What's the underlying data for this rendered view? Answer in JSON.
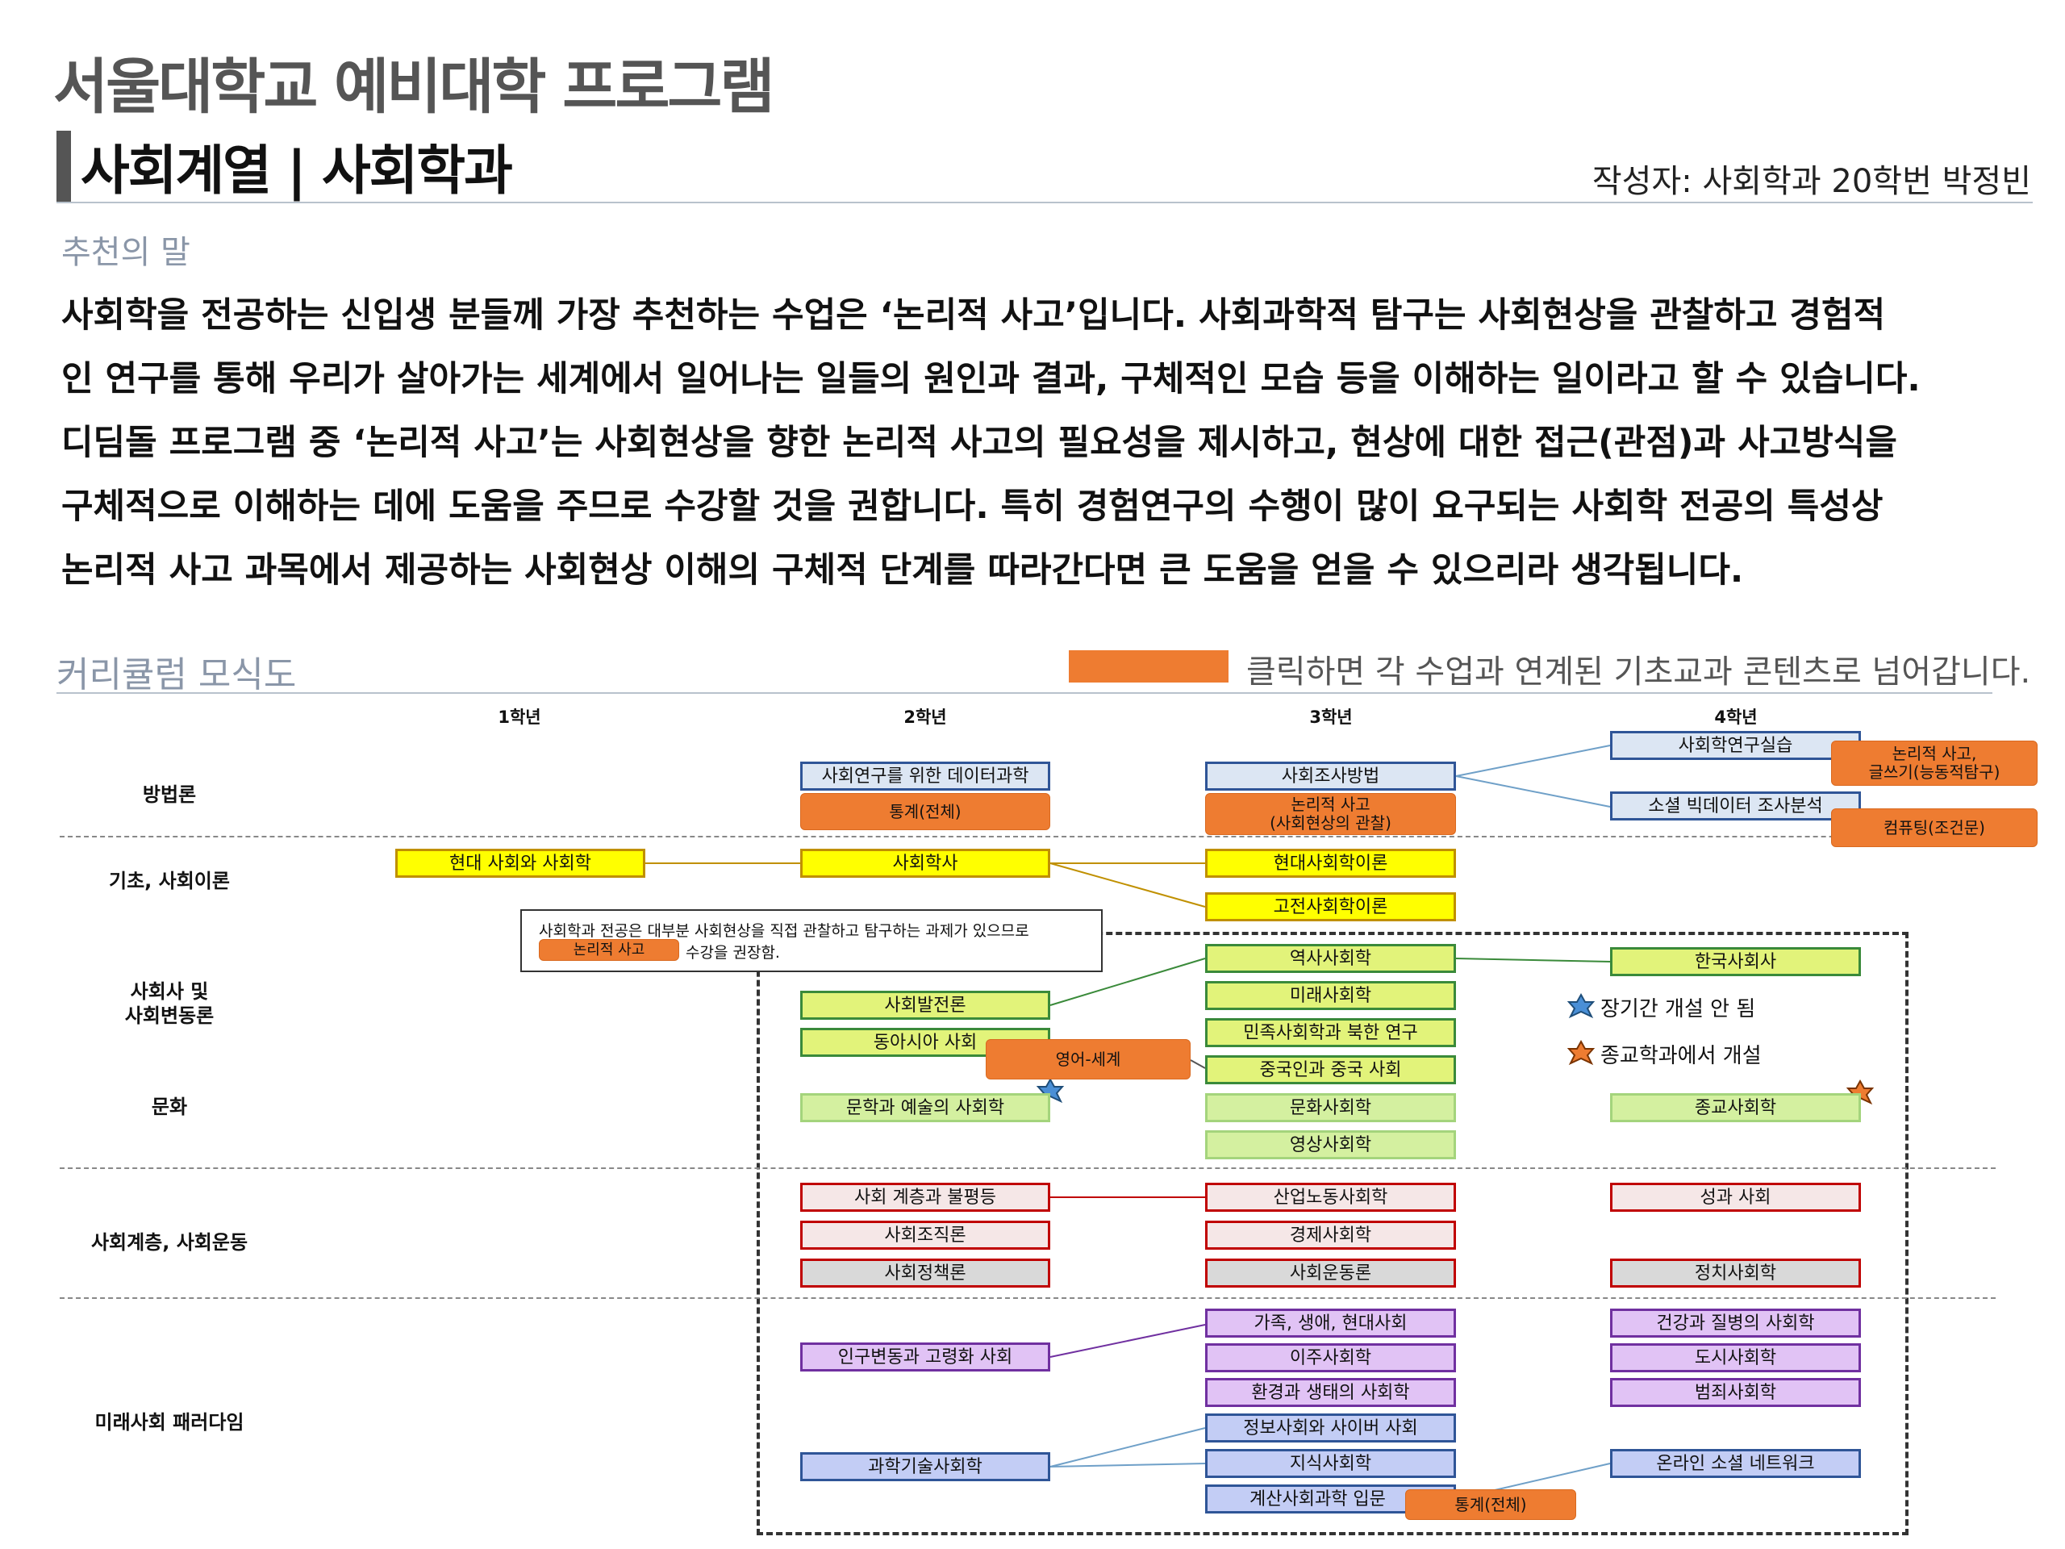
{
  "header": {
    "title": "서울대학교 예비대학 프로그램",
    "subtitle": "사회계열 | 사회학과",
    "author": "작성자: 사회학과 20학번 박정빈"
  },
  "recommendation": {
    "heading": "추천의 말",
    "lines": [
      "사회학을 전공하는 신입생 분들께 가장 추천하는 수업은 ‘논리적 사고’입니다. 사회과학적 탐구는 사회현상을 관찰하고 경험적",
      "인 연구를 통해 우리가 살아가는 세계에서 일어나는 일들의 원인과 결과, 구체적인 모습 등을 이해하는 일이라고 할 수 있습니다.",
      "디딤돌 프로그램 중 ‘논리적 사고’는 사회현상을 향한 논리적 사고의 필요성을 제시하고, 현상에 대한 접근(관점)과 사고방식을",
      "구체적으로 이해하는 데에 도움을 주므로 수강할 것을 권합니다. 특히 경험연구의 수행이 많이 요구되는 사회학 전공의 특성상",
      "논리적 사고 과목에서 제공하는 사회현상 이해의 구체적 단계를 따라간다면 큰 도움을 얻을 수 있으리라 생각됩니다."
    ]
  },
  "curriculum": {
    "heading": "커리큘럼 모식도",
    "legend_text": "클릭하면 각 수업과 연계된 기초교과 콘텐츠로 넘어갑니다.",
    "years": [
      "1학년",
      "2학년",
      "3학년",
      "4학년"
    ],
    "categories": {
      "methods": "방법론",
      "basic": "기초, 사회이론",
      "history": "사회사 및\n사회변동론",
      "culture": "문화",
      "strata": "사회계층, 사회운동",
      "future": "미래사회 패러다임"
    },
    "callout": {
      "line1": "사회학과 전공은 대부분 사회현상을 직접 관찰하고 탐구하는 과제가 있으므로",
      "tag": "논리적 사고",
      "line2": "수강을 권장함."
    },
    "notes": {
      "blue_star": "장기간 개설 안 됨",
      "orange_star": "종교학과에서 개설"
    },
    "courses": {
      "data_science": "사회연구를 위한 데이터과학",
      "stats_all_1": "통계(전체)",
      "survey_methods": "사회조사방법",
      "logic_observe": "논리적 사고\n(사회현상의 관찰)",
      "research_practice": "사회학연구실습",
      "logic_writing": "논리적 사고,\n글쓰기(능동적탐구)",
      "social_bigdata": "소셜 빅데이터 조사분석",
      "computing": "컴퓨팅(조건문)",
      "modern_society": "현대 사회와 사회학",
      "sociology_history": "사회학사",
      "modern_theory": "현대사회학이론",
      "classic_theory": "고전사회학이론",
      "historical_soc": "역사사회학",
      "korean_society": "한국사회사",
      "development": "사회발전론",
      "future_soc": "미래사회학",
      "east_asia": "동아시아 사회",
      "nation_korea": "민족사회학과 북한 연구",
      "english_world": "영어-세계",
      "china": "중국인과 중국 사회",
      "literature_art": "문학과 예술의 사회학",
      "culture_soc": "문화사회학",
      "religion": "종교사회학",
      "film": "영상사회학",
      "stratification": "사회 계층과 불평등",
      "industrial_labor": "산업노동사회학",
      "gender": "성과 사회",
      "organization": "사회조직론",
      "economic": "경제사회학",
      "policy": "사회정책론",
      "movement": "사회운동론",
      "political": "정치사회학",
      "family": "가족, 생애, 현대사회",
      "health": "건강과 질병의 사회학",
      "population": "인구변동과 고령화 사회",
      "migration": "이주사회학",
      "urban": "도시사회학",
      "environment": "환경과 생태의 사회학",
      "crime": "범죄사회학",
      "info_cyber": "정보사회와 사이버 사회",
      "sci_tech": "과학기술사회학",
      "knowledge": "지식사회학",
      "online_network": "온라인 소셜 네트워크",
      "computational": "계산사회과학 입문",
      "stats_all_2": "통계(전체)"
    },
    "colors": {
      "link_orange": "#ee7c31",
      "methods_fill": "#dce6f3",
      "theory_fill": "#ffff00",
      "history_fill": "#e2f37a",
      "strata_border": "#c00000",
      "future_purple": "#e1c3f5",
      "future_blue": "#c3cdf5"
    }
  }
}
